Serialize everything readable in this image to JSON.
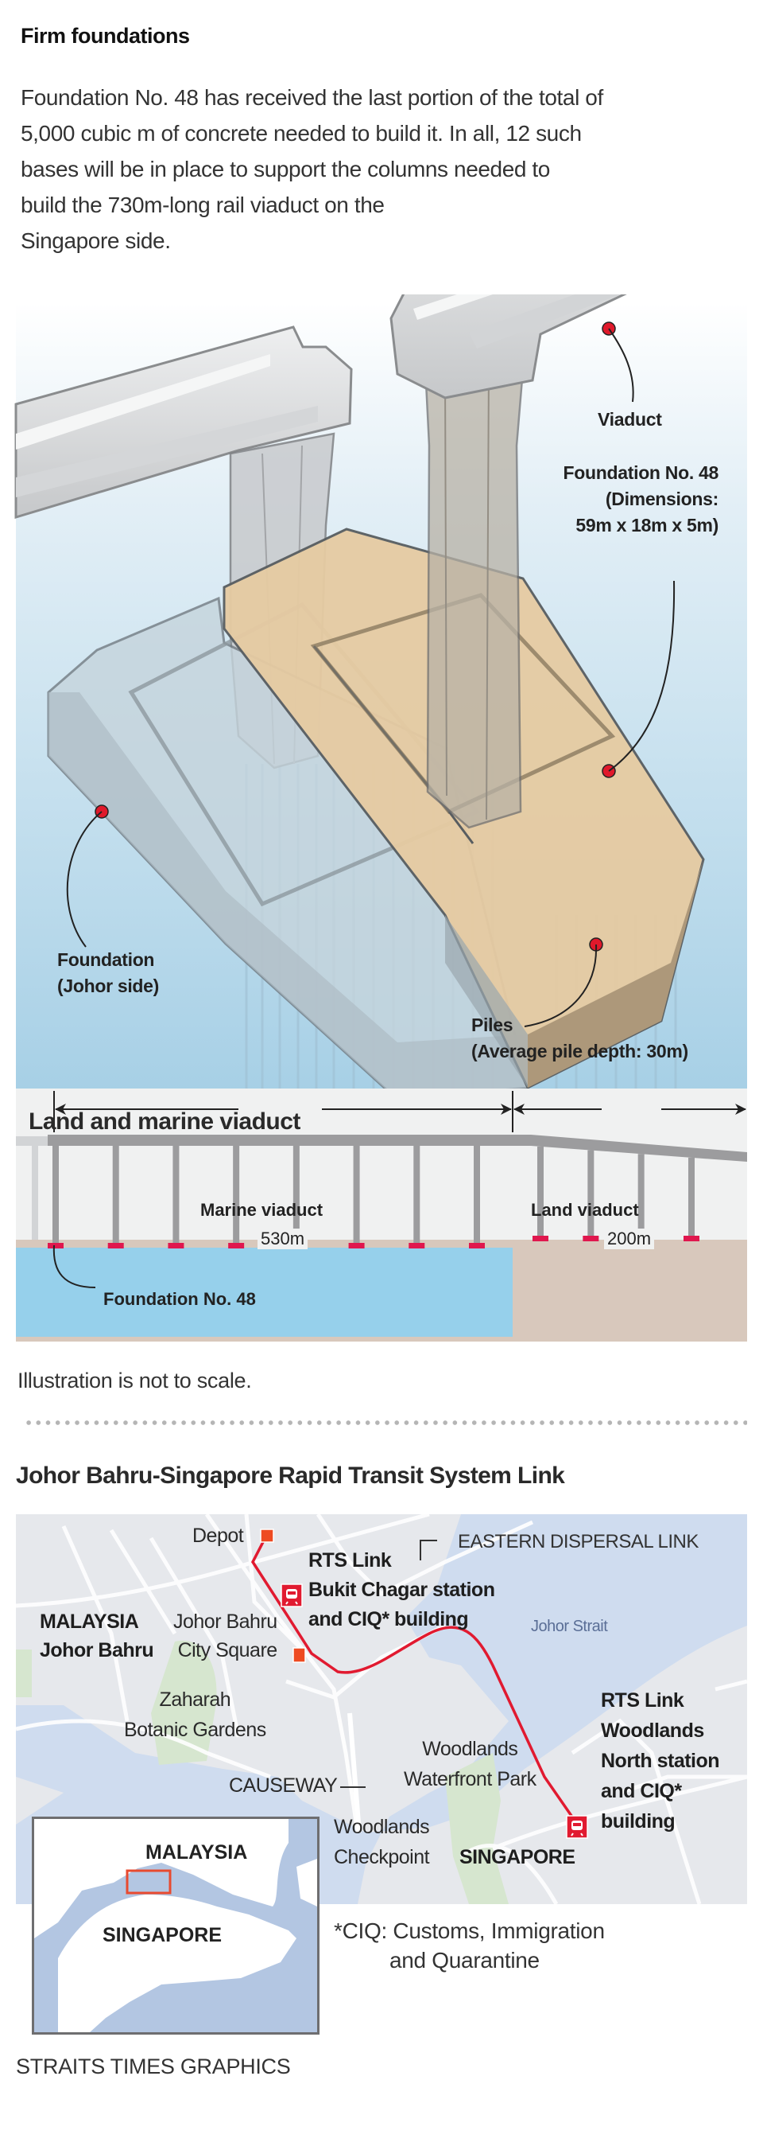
{
  "header": {
    "title": "Firm foundations",
    "intro_lines": [
      "Foundation No. 48 has received the last portion of the total of",
      "5,000 cubic m of concrete needed to build it. In all, 12 such",
      "bases will be in place to support the columns needed to",
      "build the 730m-long rail viaduct on the",
      "Singapore side."
    ]
  },
  "illustration": {
    "labels": {
      "viaduct": "Viaduct",
      "foundation48": [
        "Foundation No. 48",
        "(Dimensions:",
        "59m x 18m x 5m)"
      ],
      "foundation_johor": [
        "Foundation",
        "(Johor side)"
      ],
      "piles": [
        "Piles",
        "(Average pile depth: 30m)"
      ]
    },
    "colors": {
      "marker": "#e0192b",
      "foundation48": "#e6cba2",
      "water_top": "#ffffff",
      "water_bottom": "#a8d2e6"
    }
  },
  "viaduct_diagram": {
    "title": "Land and marine viaduct",
    "marine_label": "Marine viaduct",
    "marine_length": "530m",
    "land_label": "Land viaduct",
    "land_length": "200m",
    "foundation_label": "Foundation No. 48",
    "marine_piers": 8,
    "land_piers": 4,
    "colors": {
      "water": "#96d0eb",
      "land": "#d8c8bc",
      "deck": "#9c9c9e",
      "footing": "#e0174e"
    }
  },
  "note": "Illustration is not to scale.",
  "map": {
    "title": "Johor Bahru-Singapore Rapid Transit System Link",
    "labels": {
      "depot": "Depot",
      "eastern_dispersal_link": "EASTERN DISPERSAL LINK",
      "bukit_chagar": [
        "RTS Link",
        "Bukit Chagar station",
        "and CIQ* building"
      ],
      "malaysia_jb": [
        "MALAYSIA",
        "Johor Bahru"
      ],
      "city_square": [
        "Johor Bahru",
        "City Square"
      ],
      "johor_strait": "Johor Strait",
      "zaharah": [
        "Zaharah",
        "Botanic Gardens"
      ],
      "woodlands_north": [
        "RTS Link",
        "Woodlands",
        "North station",
        "and CIQ*",
        "building"
      ],
      "woodlands_waterfront": [
        "Woodlands",
        "Waterfront Park"
      ],
      "causeway": "CAUSEWAY",
      "woodlands_checkpoint": [
        "Woodlands",
        "Checkpoint"
      ],
      "singapore": "SINGAPORE"
    },
    "inset": {
      "malaysia": "MALAYSIA",
      "singapore": "SINGAPORE"
    },
    "footnote": [
      "*CIQ: Customs, Immigration",
      "and Quarantine"
    ],
    "colors": {
      "rail": "#e11a30",
      "poi": "#ee4b22",
      "water": "#cfdcef",
      "land": "#e6e8ec",
      "park": "#d6e6cf"
    }
  },
  "credit": "STRAITS TIMES GRAPHICS"
}
